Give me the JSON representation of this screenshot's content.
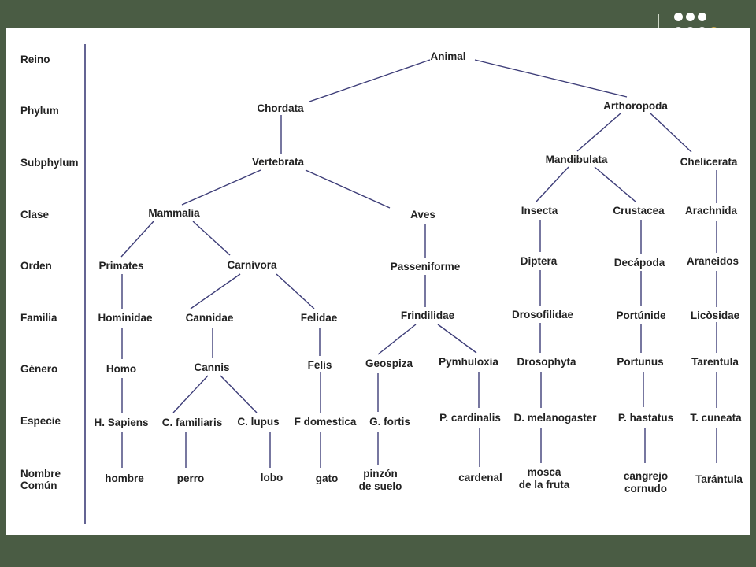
{
  "ranks": {
    "reino": "Reino",
    "phylum": "Phylum",
    "subphylum": "Subphylum",
    "clase": "Clase",
    "orden": "Orden",
    "familia": "Familia",
    "genero": "Género",
    "especie": "Especie",
    "nombre_comun": "Nombre\nComún"
  },
  "nodes": {
    "animal": "Animal",
    "chordata": "Chordata",
    "arthoropoda": "Arthoropoda",
    "vertebrata": "Vertebrata",
    "mandibulata": "Mandibulata",
    "chelicerata": "Chelicerata",
    "mammalia": "Mammalia",
    "aves": "Aves",
    "insecta": "Insecta",
    "crustacea": "Crustacea",
    "arachnida": "Arachnida",
    "primates": "Primates",
    "carnivora": "Carnívora",
    "passeniforme": "Passeniforme",
    "diptera": "Diptera",
    "decapoda": "Decápoda",
    "araneidos": "Araneidos",
    "hominidae": "Hominidae",
    "cannidae": "Cannidae",
    "felidae": "Felidae",
    "frindilidae": "Frindilidae",
    "drosofilidae": "Drosofilidae",
    "portunide": "Portúnide",
    "licosidae": "Licòsidae",
    "homo": "Homo",
    "cannis": "Cannis",
    "felis": "Felis",
    "geospiza": "Geospiza",
    "pymhuloxia": "Pymhuloxia",
    "drosophyta": "Drosophyta",
    "portunus": "Portunus",
    "tarentula": "Tarentula",
    "h_sapiens": "H. Sapiens",
    "c_familiaris": "C. familiaris",
    "c_lupus": "C. lupus",
    "f_domestica": "F domestica",
    "g_fortis": "G. fortis",
    "p_cardinalis": "P. cardinalis",
    "d_melanogaster": "D. melanogaster",
    "p_hastatus": "P. hastatus",
    "t_cuneata": "T. cuneata",
    "hombre": "hombre",
    "perro": "perro",
    "lobo": "lobo",
    "gato": "gato",
    "pinzon": "pinzón\nde suelo",
    "cardenal": "cardenal",
    "mosca": "mosca\nde la fruta",
    "cangrejo": "cangrejo\ncornudo",
    "tarantula": "Tarántula"
  },
  "colors": {
    "background": "#4a5c44",
    "slide": "#ffffff",
    "line": "#3d3d78",
    "text": "#222222",
    "dot_accent": "#c8a84a"
  }
}
